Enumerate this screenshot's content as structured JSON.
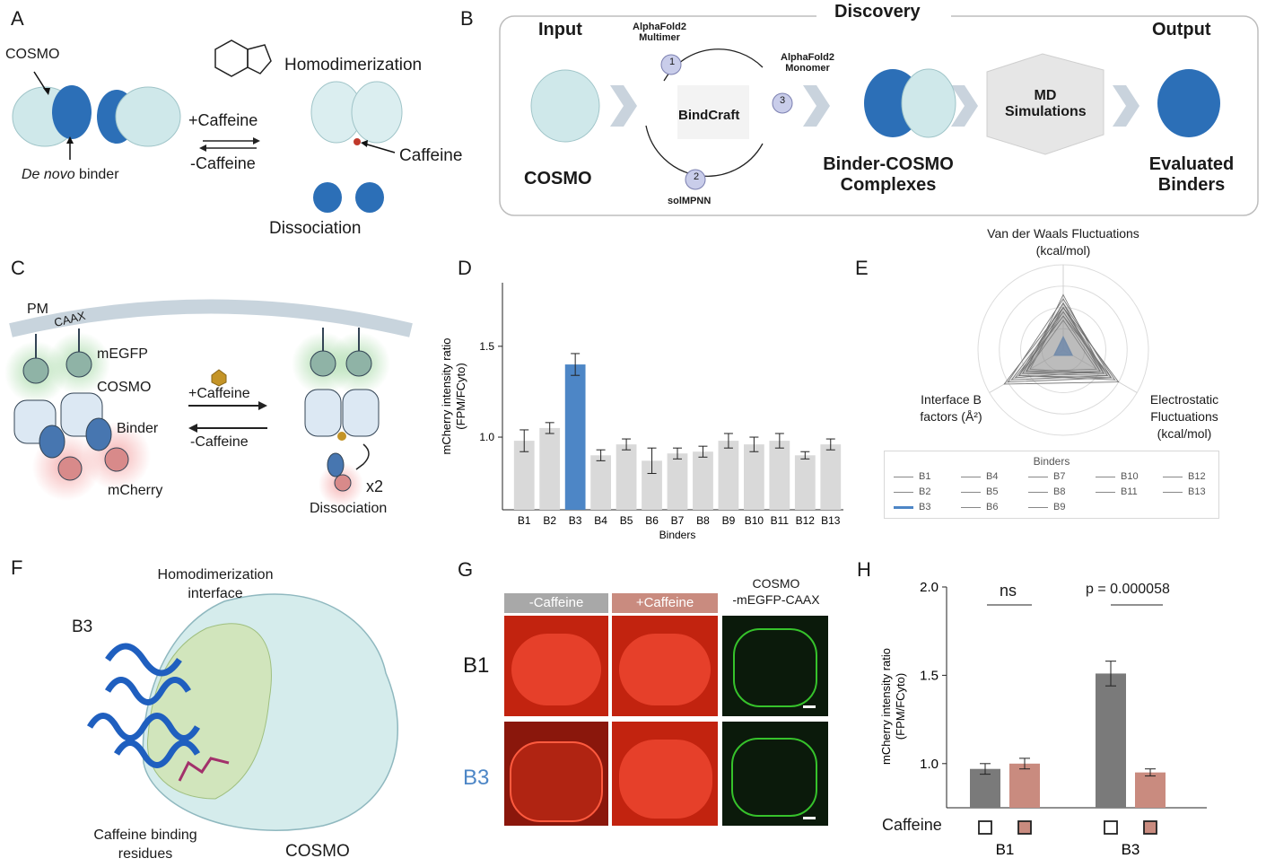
{
  "panels": {
    "a": {
      "letter": "A",
      "cosmo": "COSMO",
      "homodimerization": "Homodimerization",
      "plus_caffeine": "+Caffeine",
      "minus_caffeine": "-Caffeine",
      "caffeine": "Caffeine",
      "binder_italic": "De novo",
      "binder_rest": "binder",
      "dissociation": "Dissociation"
    },
    "b": {
      "letter": "B",
      "discovery": "Discovery",
      "input": "Input",
      "output": "Output",
      "af_multimer_1": "AlphaFold2",
      "af_multimer_2": "Multimer",
      "af_monomer_1": "AlphaFold2",
      "af_monomer_2": "Monomer",
      "bindcraft": "BindCraft",
      "solmpnn": "solMPNN",
      "step1": "1",
      "step2": "2",
      "step3": "3",
      "cosmo": "COSMO",
      "complex_1": "Binder-COSMO",
      "complex_2": "Complexes",
      "md_1": "MD",
      "md_2": "Simulations",
      "eval_1": "Evaluated",
      "eval_2": "Binders"
    },
    "c": {
      "letter": "C",
      "pm": "PM",
      "caax": "CAAX",
      "megfp": "mEGFP",
      "cosmo": "COSMO",
      "binder": "Binder",
      "mcherry": "mCherry",
      "plus_caffeine": "+Caffeine",
      "minus_caffeine": "-Caffeine",
      "x2": "x2",
      "dissociation": "Dissociation"
    },
    "d": {
      "letter": "D"
    },
    "e": {
      "letter": "E",
      "axis_top_1": "Van der Waals Fluctuations",
      "axis_top_2": "(kcal/mol)",
      "axis_left_1": "Interface B",
      "axis_left_2": "factors (Å²)",
      "axis_right_1": "Electrostatic",
      "axis_right_2": "Fluctuations",
      "axis_right_3": "(kcal/mol)",
      "legend_title": "Binders",
      "legend": [
        "B1",
        "B2",
        "B3",
        "B4",
        "B5",
        "B6",
        "B7",
        "B8",
        "B9",
        "B10",
        "B11",
        "B12",
        "B13"
      ]
    },
    "f": {
      "letter": "F",
      "b3": "B3",
      "homodim_1": "Homodimerization",
      "homodim_2": "interface",
      "caffeine_1": "Caffeine binding",
      "caffeine_2": "residues",
      "cosmo": "COSMO"
    },
    "g": {
      "letter": "G",
      "minus_caffeine": "-Caffeine",
      "plus_caffeine": "+Caffeine",
      "cosmo_1": "COSMO",
      "cosmo_2": "-mEGFP-CAAX",
      "row1": "B1",
      "row2": "B3"
    },
    "h": {
      "letter": "H",
      "ns": "ns",
      "pvalue": "p = 0.000058",
      "caffeine": "Caffeine"
    }
  },
  "colors": {
    "cosmo": "#cfe8ea",
    "binder": "#2c6fb7",
    "b3": "#4d86c6",
    "grey_bar": "#d9d9d9",
    "dark_bar": "#7a7a7a",
    "salmon": "#c98b7f",
    "red_cell": "#e5301f",
    "green_cell": "#29b21f"
  },
  "chart_data": [
    {
      "type": "bar",
      "categories": [
        "B1",
        "B2",
        "B3",
        "B4",
        "B5",
        "B6",
        "B7",
        "B8",
        "B9",
        "B10",
        "B11",
        "B12",
        "B13"
      ],
      "values": [
        0.98,
        1.05,
        1.4,
        0.9,
        0.96,
        0.87,
        0.91,
        0.92,
        0.98,
        0.96,
        0.98,
        0.9,
        0.96
      ],
      "errors": [
        0.06,
        0.03,
        0.06,
        0.03,
        0.03,
        0.07,
        0.03,
        0.03,
        0.04,
        0.04,
        0.04,
        0.02,
        0.03
      ],
      "highlight": "B3",
      "xlabel": "Binders",
      "ylabel_main": "mCherry intensity ratio",
      "ylabel_sub": "(FPM/FCyto)",
      "yticks": [
        "1.0",
        "1.5"
      ],
      "ylim": [
        0.6,
        1.85
      ]
    },
    {
      "type": "bar",
      "categories": [
        "B1",
        "B3"
      ],
      "series": [
        {
          "values": [
            0.97,
            1.51
          ],
          "errors": [
            0.03,
            0.07
          ]
        },
        {
          "values": [
            1.0,
            0.95
          ],
          "errors": [
            0.03,
            0.02
          ]
        }
      ],
      "ylabel_main": "mCherry intensity ratio",
      "ylabel_sub": "(FPM/FCyto)",
      "yticks": [
        "1.0",
        "1.5",
        "2.0"
      ],
      "ylim": [
        0.75,
        2.0
      ]
    },
    {
      "type": "radar",
      "axes": [
        "Van der Waals Fluctuations (kcal/mol)",
        "Electrostatic Fluctuations (kcal/mol)",
        "Interface B factors (Å²)"
      ],
      "series": [
        {
          "name": "B1",
          "values": [
            0.45,
            0.55,
            0.5
          ]
        },
        {
          "name": "B2",
          "values": [
            0.5,
            0.6,
            0.55
          ]
        },
        {
          "name": "B3",
          "values": [
            0.15,
            0.12,
            0.12
          ]
        },
        {
          "name": "B4",
          "values": [
            0.55,
            0.7,
            0.6
          ]
        },
        {
          "name": "B5",
          "values": [
            0.4,
            0.5,
            0.65
          ]
        },
        {
          "name": "B6",
          "values": [
            0.6,
            0.65,
            0.75
          ]
        },
        {
          "name": "B7",
          "values": [
            0.35,
            0.45,
            0.5
          ]
        },
        {
          "name": "B8",
          "values": [
            0.5,
            0.55,
            0.45
          ]
        },
        {
          "name": "B9",
          "values": [
            0.45,
            0.6,
            0.7
          ]
        },
        {
          "name": "B10",
          "values": [
            0.55,
            0.5,
            0.55
          ]
        },
        {
          "name": "B11",
          "values": [
            0.4,
            0.65,
            0.6
          ]
        },
        {
          "name": "B12",
          "values": [
            0.65,
            0.55,
            0.5
          ]
        },
        {
          "name": "B13",
          "values": [
            0.5,
            0.75,
            0.8
          ]
        }
      ]
    }
  ]
}
